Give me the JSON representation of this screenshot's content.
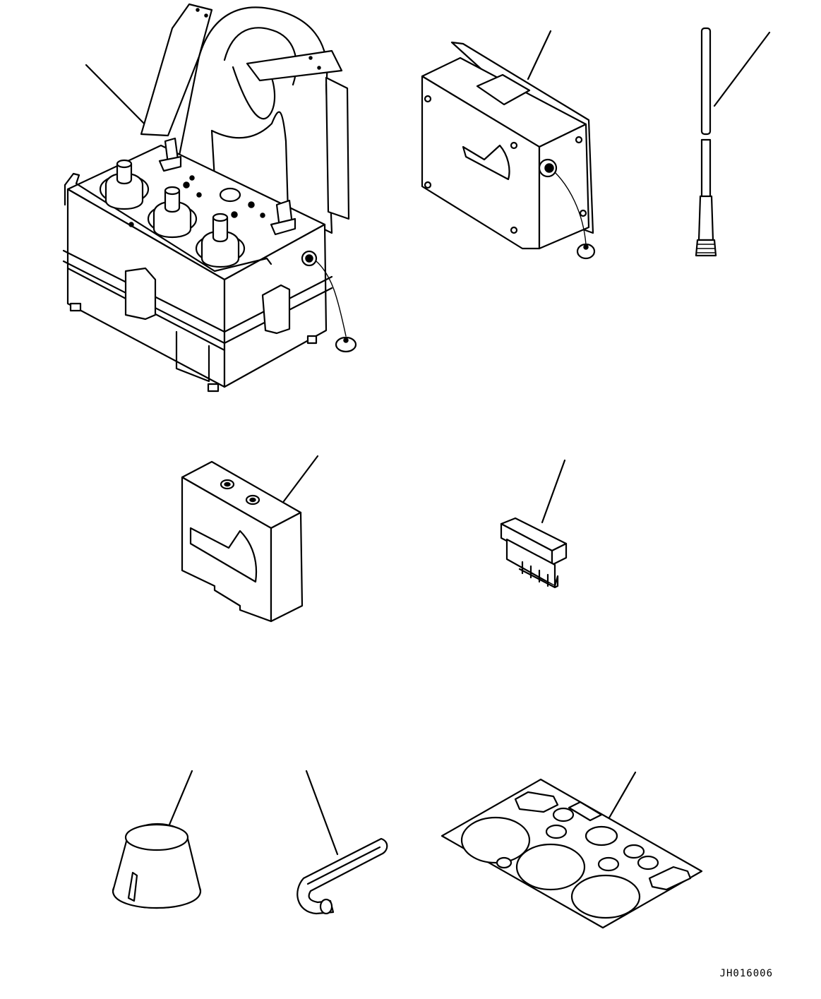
{
  "drawing": {
    "code": "JH016006",
    "colors": {
      "line": "#000000",
      "background": "#ffffff"
    },
    "parts": [
      {
        "id": "remote-control-transmitter",
        "icon": "transmitter-box-icon"
      },
      {
        "id": "receiver-unit",
        "icon": "receiver-box-icon"
      },
      {
        "id": "antenna",
        "icon": "antenna-icon"
      },
      {
        "id": "controller-module",
        "icon": "control-module-icon"
      },
      {
        "id": "connector-plug",
        "icon": "connector-icon"
      },
      {
        "id": "control-knob",
        "icon": "knob-icon"
      },
      {
        "id": "hex-wrench",
        "icon": "allen-key-icon"
      },
      {
        "id": "panel-label-sheet",
        "icon": "label-sheet-icon"
      }
    ]
  }
}
